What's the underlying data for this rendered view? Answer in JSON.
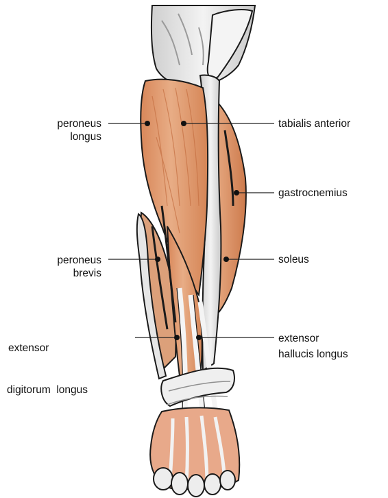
{
  "diagram": {
    "colors": {
      "muscle": "#e3a57e",
      "muscle_dark": "#c9784d",
      "muscle_light": "#f1c6a4",
      "bone_tendon": "#e9e9e9",
      "outline": "#1a1a1a",
      "leader_line": "#222222"
    },
    "labels": {
      "peroneus_longus": {
        "line1": "peroneus",
        "line2": "longus"
      },
      "tabialis_anterior": {
        "line1": "tabialis anterior"
      },
      "gastrocnemius": {
        "line1": "gastrocnemius"
      },
      "peroneus_brevis": {
        "line1": "peroneus",
        "line2": "brevis"
      },
      "soleus": {
        "line1": "soleus"
      },
      "extensor_digitorum_longus": {
        "line1": "extensor",
        "line2": "digitorum  longus"
      },
      "extensor_hallucis_longus": {
        "line1": "extensor",
        "line2": "hallucis longus"
      }
    }
  }
}
